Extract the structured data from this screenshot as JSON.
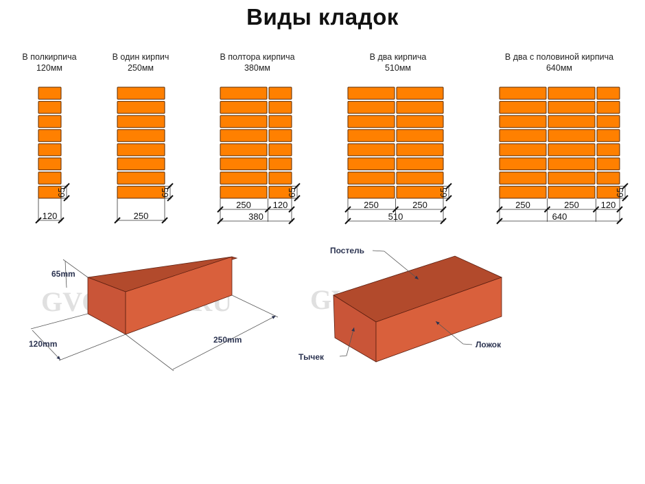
{
  "title": "Виды кладок",
  "colors": {
    "brick_fill": "#ff8000",
    "brick_stroke": "#5a2a00",
    "brick3d_top": "#b24a2c",
    "brick3d_front": "#d9603c",
    "brick3d_side": "#c85436",
    "label_color": "#2b3350",
    "watermark": "#d6d6d6"
  },
  "walls": [
    {
      "name": "В полкирпича",
      "size": "120мм",
      "column_dims": [
        "120"
      ],
      "total": "",
      "height_dim": "65"
    },
    {
      "name": "В один кирпич",
      "size": "250мм",
      "column_dims": [
        "250"
      ],
      "total": "",
      "height_dim": "65"
    },
    {
      "name": "В полтора кирпича",
      "size": "380мм",
      "column_dims": [
        "250",
        "120"
      ],
      "total": "380",
      "height_dim": "65"
    },
    {
      "name": "В два кирпича",
      "size": "510мм",
      "column_dims": [
        "250",
        "250"
      ],
      "total": "510",
      "height_dim": "65"
    },
    {
      "name": "В два с половиной кирпича",
      "size": "640мм",
      "column_dims": [
        "250",
        "250",
        "120"
      ],
      "total": "640",
      "height_dim": "65"
    }
  ],
  "brick_dimensions": {
    "height": "65mm",
    "width": "120mm",
    "length": "250mm"
  },
  "brick_faces": {
    "top": "Постель",
    "end": "Тычек",
    "side": "Ложок"
  },
  "watermark": "GVOZDEM.RU"
}
